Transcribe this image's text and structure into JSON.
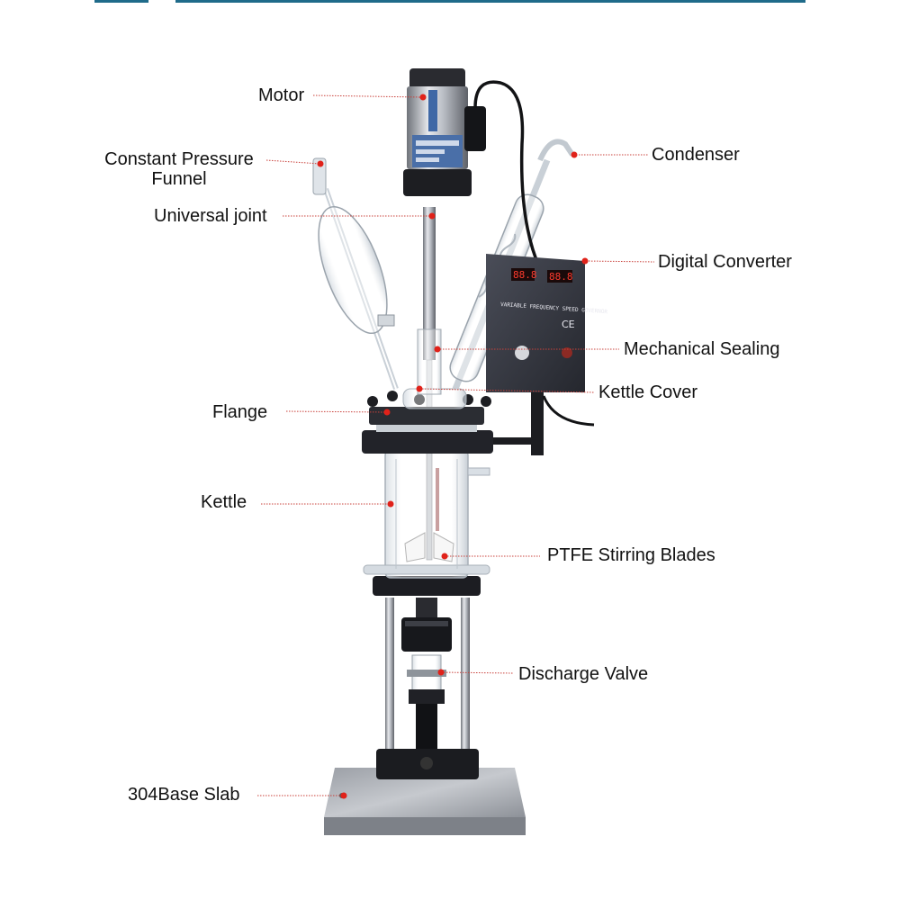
{
  "labels": {
    "motor": "Motor",
    "funnel_line1": "Constant Pressure",
    "funnel_line2": "Funnel",
    "universal_joint": "Universal joint",
    "condenser": "Condenser",
    "digital_converter": "Digital Converter",
    "mechanical_sealing": "Mechanical Sealing",
    "kettle_cover": "Kettle Cover",
    "flange": "Flange",
    "kettle": "Kettle",
    "ptfe_blades": "PTFE Stirring Blades",
    "discharge_valve": "Discharge Valve",
    "base_slab": "304Base Slab"
  },
  "panel": {
    "mark": "CE",
    "title": "VARIABLE FREQUENCY SPEED GOVERNOR"
  },
  "colors": {
    "marker": "#e0221a",
    "header_bar": "#1f6b8a",
    "leader": "#c9413b",
    "panel": "#34363f"
  }
}
